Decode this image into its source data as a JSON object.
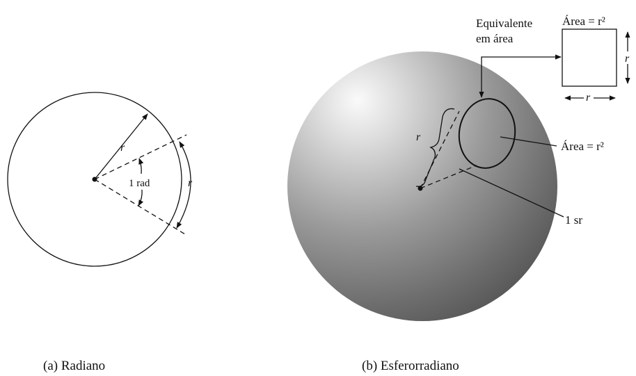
{
  "panel_a": {
    "caption": "(a) Radiano",
    "radius_label": "r",
    "arc_label": "r",
    "angle_label": "1 rad"
  },
  "panel_b": {
    "caption": "(b) Esferorradiano",
    "radius_label": "r",
    "cap_area_label": "Área = r²",
    "square_area_label": "Área = r²",
    "square_side_vertical_label": "r",
    "square_side_horizontal_label": "r",
    "equivalent_label_line1": "Equivalente",
    "equivalent_label_line2": "em área",
    "solid_angle_label": "1 sr"
  }
}
